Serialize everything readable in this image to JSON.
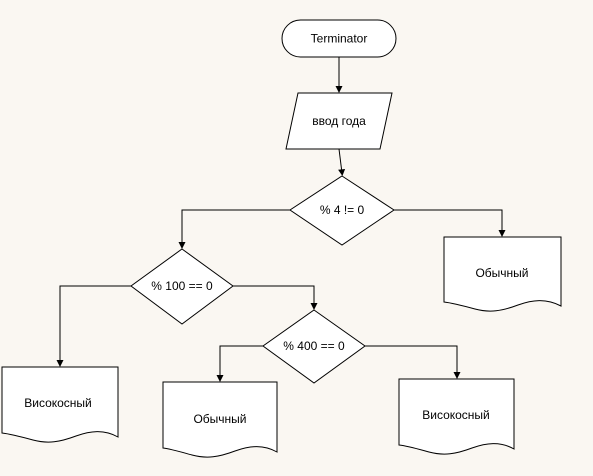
{
  "diagram": {
    "background": "#faf7f2",
    "nodes": {
      "start": {
        "label": "Terminator",
        "shape": "terminator"
      },
      "input_year": {
        "label": "ввод года",
        "shape": "parallelogram"
      },
      "cond_mod4": {
        "label": "% 4 != 0",
        "shape": "decision"
      },
      "cond_mod100": {
        "label": "% 100 == 0",
        "shape": "decision"
      },
      "cond_mod400": {
        "label": "% 400 == 0",
        "shape": "decision"
      },
      "out_regular_1": {
        "label": "Обычный",
        "shape": "document"
      },
      "out_leap_1": {
        "label": "Високосный",
        "shape": "document"
      },
      "out_regular_2": {
        "label": "Обычный",
        "shape": "document"
      },
      "out_leap_2": {
        "label": "Високосный",
        "shape": "document"
      }
    },
    "edges": [
      {
        "from": "start",
        "to": "input_year"
      },
      {
        "from": "input_year",
        "to": "cond_mod4"
      },
      {
        "from": "cond_mod4",
        "to": "cond_mod100",
        "side": "left"
      },
      {
        "from": "cond_mod4",
        "to": "out_regular_1",
        "side": "right"
      },
      {
        "from": "cond_mod100",
        "to": "out_leap_1",
        "side": "left"
      },
      {
        "from": "cond_mod100",
        "to": "cond_mod400",
        "side": "right"
      },
      {
        "from": "cond_mod400",
        "to": "out_regular_2",
        "side": "left"
      },
      {
        "from": "cond_mod400",
        "to": "out_leap_2",
        "side": "right"
      }
    ]
  }
}
